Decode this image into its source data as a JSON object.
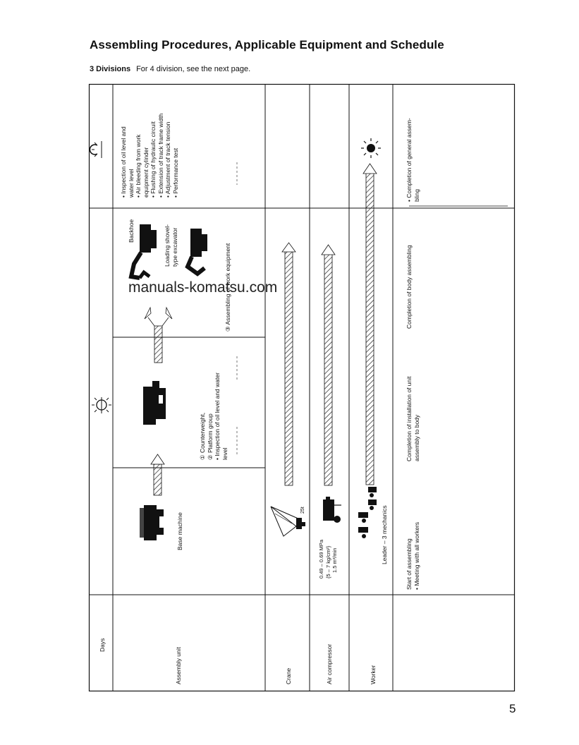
{
  "header": {
    "title": "Assembling Procedures, Applicable Equipment and Schedule",
    "division_label": "3 Divisions",
    "division_note": "For 4 division, see the next page."
  },
  "table": {
    "days_label": "Days",
    "row_labels": {
      "assembly_unit": "Assembly unit",
      "crane": "Crane",
      "air_compressor": "Air compressor",
      "worker": "Worker"
    },
    "base_machine": "Base machine",
    "step1_items": [
      "① Counterweight,",
      "② Platform group",
      "• Inspection of oil level and water",
      "  level"
    ],
    "backhoe_label": "Backhoe",
    "loading_shovel_label": [
      "Loading shovel-",
      "type excavator"
    ],
    "step3_label": "③ Assembling of work equipment",
    "day2_checks": [
      "•  Inspection of oil level and",
      "   water level",
      "•  Air bleeding from work",
      "   equipment cylinder",
      "•  Flushing of hydraulic circuit",
      "•  Extension of track frame width",
      "•  Adjustment of track tension",
      "•  Performance test"
    ],
    "crane_capacity": "25t",
    "compressor_spec": [
      "0.49 – 0.69 MPa",
      "{5 – 7 kg/cm²}",
      "1.5 m³/min"
    ],
    "worker_label": "Leader – 3 mechanics",
    "milestones": {
      "start": [
        "Start of assembling",
        "•  Meeting with all workers"
      ],
      "install": [
        "Completion  of  installation  of  unit",
        "assembly to body"
      ],
      "body": "Completion of body assembling",
      "general": [
        "•  Completion of general assem-",
        "   bling"
      ]
    }
  },
  "watermark": "manuals-komatsu.com",
  "page_number": "5",
  "icons": {
    "day1": "sunrise-icon",
    "day2_start": "sunrise-icon",
    "day2_end": "sunset-icon"
  }
}
